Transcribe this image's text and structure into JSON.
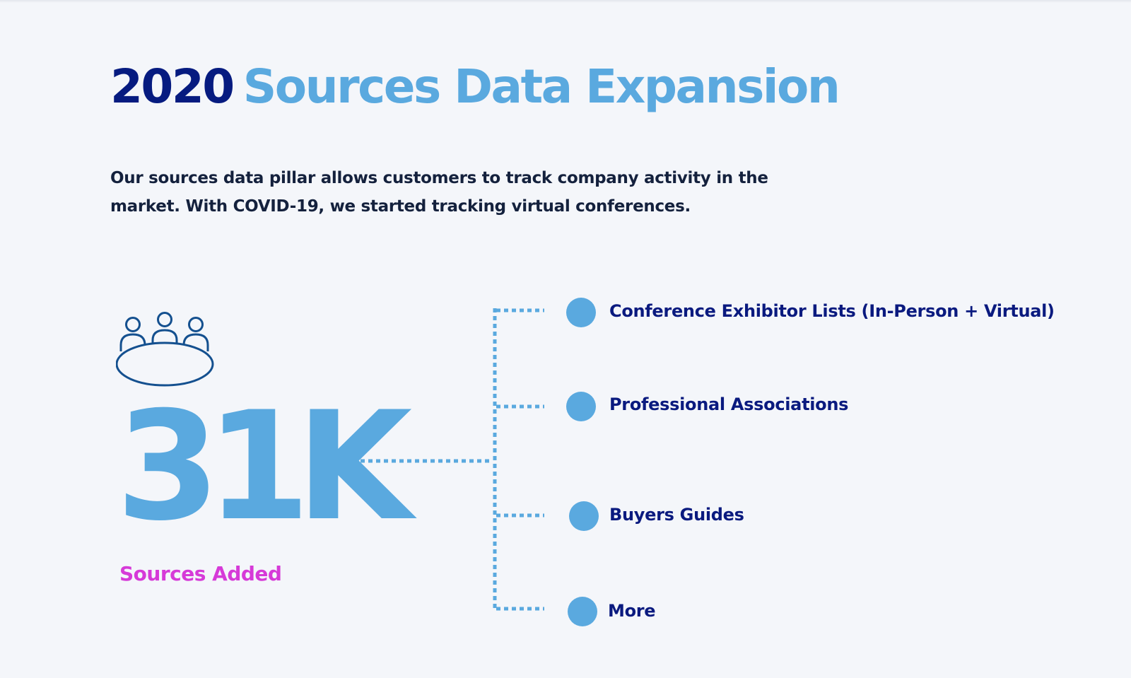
{
  "title": {
    "year": "2020",
    "rest": "Sources Data Expansion"
  },
  "intro": "Our sources data pillar allows customers to track company activity in the market. With COVID-19, we started tracking virtual conferences.",
  "stat": {
    "value": "31K",
    "label": "Sources Added",
    "icon": "meeting-table-icon"
  },
  "items": [
    {
      "label": "Conference Exhibitor Lists (In-Person + Virtual)"
    },
    {
      "label": "Professional Associations"
    },
    {
      "label": "Buyers Guides"
    },
    {
      "label": "More"
    }
  ],
  "colors": {
    "navy": "#061b80",
    "accent": "#5aa9df",
    "magenta": "#d63ad8",
    "text": "#14213d",
    "background": "#f4f6fa"
  }
}
